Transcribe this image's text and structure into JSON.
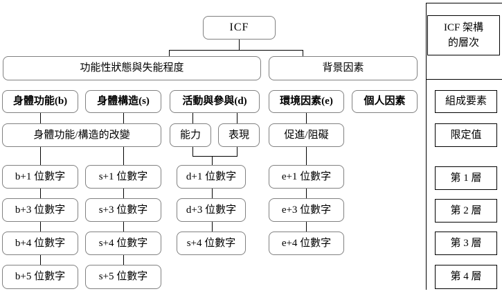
{
  "diagram": {
    "root": "ICF",
    "branches": {
      "functioning": "功能性狀態與失能程度",
      "context": "背景因素"
    },
    "components": {
      "body_function": "身體功能(b)",
      "body_structure": "身體構造(s)",
      "activity_participation": "活動與參與(d)",
      "environment": "環境因素(e)",
      "personal": "個人因素"
    },
    "qualifiers": {
      "body_change": "身體功能/構造的改變",
      "capacity": "能力",
      "performance": "表現",
      "facilitation": "促進/阻礙"
    },
    "codes": {
      "b": [
        "b+1 位數字",
        "b+3 位數字",
        "b+4 位數字",
        "b+5 位數字"
      ],
      "s": [
        "s+1 位數字",
        "s+3 位數字",
        "s+4 位數字",
        "s+5 位數字"
      ],
      "d": [
        "d+1 位數字",
        "d+3 位數字",
        "s+4 位數字"
      ],
      "e": [
        "e+1 位數字",
        "e+3 位數字",
        "e+4 位數字"
      ]
    }
  },
  "legend": {
    "title_line1": "ICF 架構",
    "title_line2": "的層次",
    "labels": [
      "組成要素",
      "限定值",
      "第 1 層",
      "第 2 層",
      "第 3 層",
      "第 4 層"
    ]
  },
  "colors": {
    "box_border": "#808080",
    "line": "#000000",
    "background": "#ffffff"
  }
}
